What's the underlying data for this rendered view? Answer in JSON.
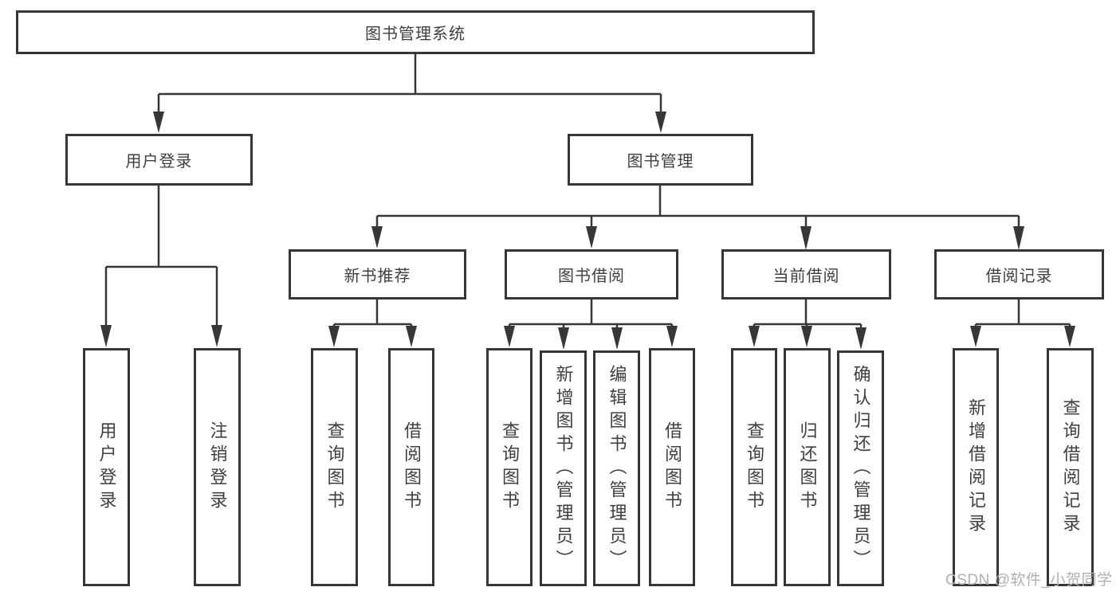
{
  "nodes": {
    "root": "图书管理系统",
    "user_login": "用户登录",
    "book_mgmt": "图书管理",
    "new_book_rec": "新书推荐",
    "book_borrow": "图书借阅",
    "current_borrow": "当前借阅",
    "borrow_record": "借阅记录",
    "leaf_user_login": "用户登录",
    "leaf_logout": "注销登录",
    "leaf_query_book_rec": "查询图书",
    "leaf_borrow_book_rec": "借阅图书",
    "leaf_query_book_borrow": "查询图书",
    "leaf_add_book_admin": "新增图书（管理员）",
    "leaf_edit_book_admin": "编辑图书（管理员）",
    "leaf_borrow_book_borrow": "借阅图书",
    "leaf_query_book_current": "查询图书",
    "leaf_return_book": "归还图书",
    "leaf_confirm_return_admin": "确认归还（管理员）",
    "leaf_add_borrow_record": "新增借阅记录",
    "leaf_query_borrow_record": "查询借阅记录"
  },
  "watermark": "CSDN @软件_小贺同学",
  "colors": {
    "line": "#373737",
    "border": "#373737",
    "text": "#3f3f3f",
    "watermark": "#b0b0b0",
    "background": "#ffffff"
  }
}
